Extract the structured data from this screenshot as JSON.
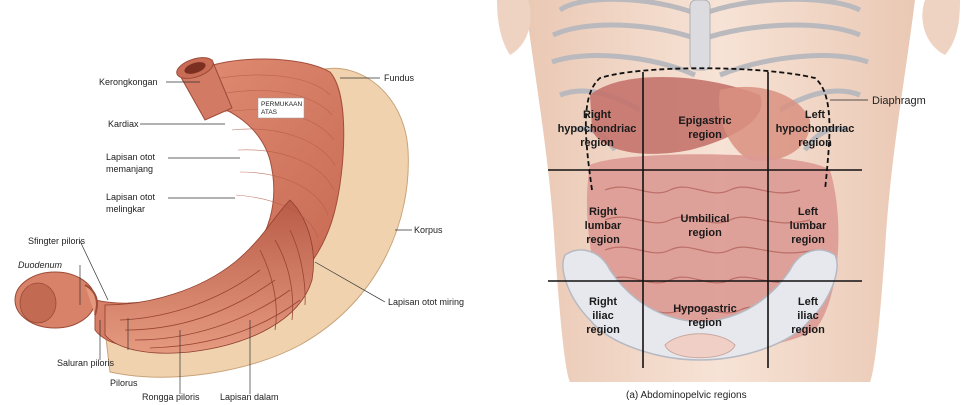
{
  "stomach": {
    "labels": {
      "kerongkongan": "Kerongkongan",
      "kardiax": "Kardiax",
      "memanjang_1": "Lapisan otot",
      "memanjang_2": "memanjang",
      "melingkar_1": "Lapisan otot",
      "melingkar_2": "melingkar",
      "sfingter": "Sfingter piloris",
      "duodenum": "Duodenum",
      "saluran": "Saluran piloris",
      "pilorus": "Pilorus",
      "rongga": "Rongga piloris",
      "lapisan_dalam": "Lapisan dalam",
      "miring": "Lapisan otot miring",
      "korpus": "Korpus",
      "fundus": "Fundus",
      "permukaan_1": "PERMUKAAN",
      "permukaan_2": "ATAS"
    }
  },
  "abdomen": {
    "regions": {
      "rh1": "Right",
      "rh2": "hypochondriac",
      "rh3": "region",
      "ep1": "Epigastric",
      "ep2": "region",
      "lh1": "Left",
      "lh2": "hypochondriac",
      "lh3": "region",
      "rl1": "Right",
      "rl2": "lumbar",
      "rl3": "region",
      "um1": "Umbilical",
      "um2": "region",
      "ll1": "Left",
      "ll2": "lumbar",
      "ll3": "region",
      "ri1": "Right",
      "ri2": "iliac",
      "ri3": "region",
      "hy1": "Hypogastric",
      "hy2": "region",
      "li1": "Left",
      "li2": "iliac",
      "li3": "region"
    },
    "diaphragm": "Diaphragm",
    "caption": "(a) Abdominopelvic regions"
  },
  "colors": {
    "muscle": "#d9826a",
    "muscle_dark": "#b85a45",
    "fat": "#f1d6b4",
    "skin": "#f3d9c8",
    "organ": "#c97a72",
    "bone": "#e8e8ea"
  }
}
